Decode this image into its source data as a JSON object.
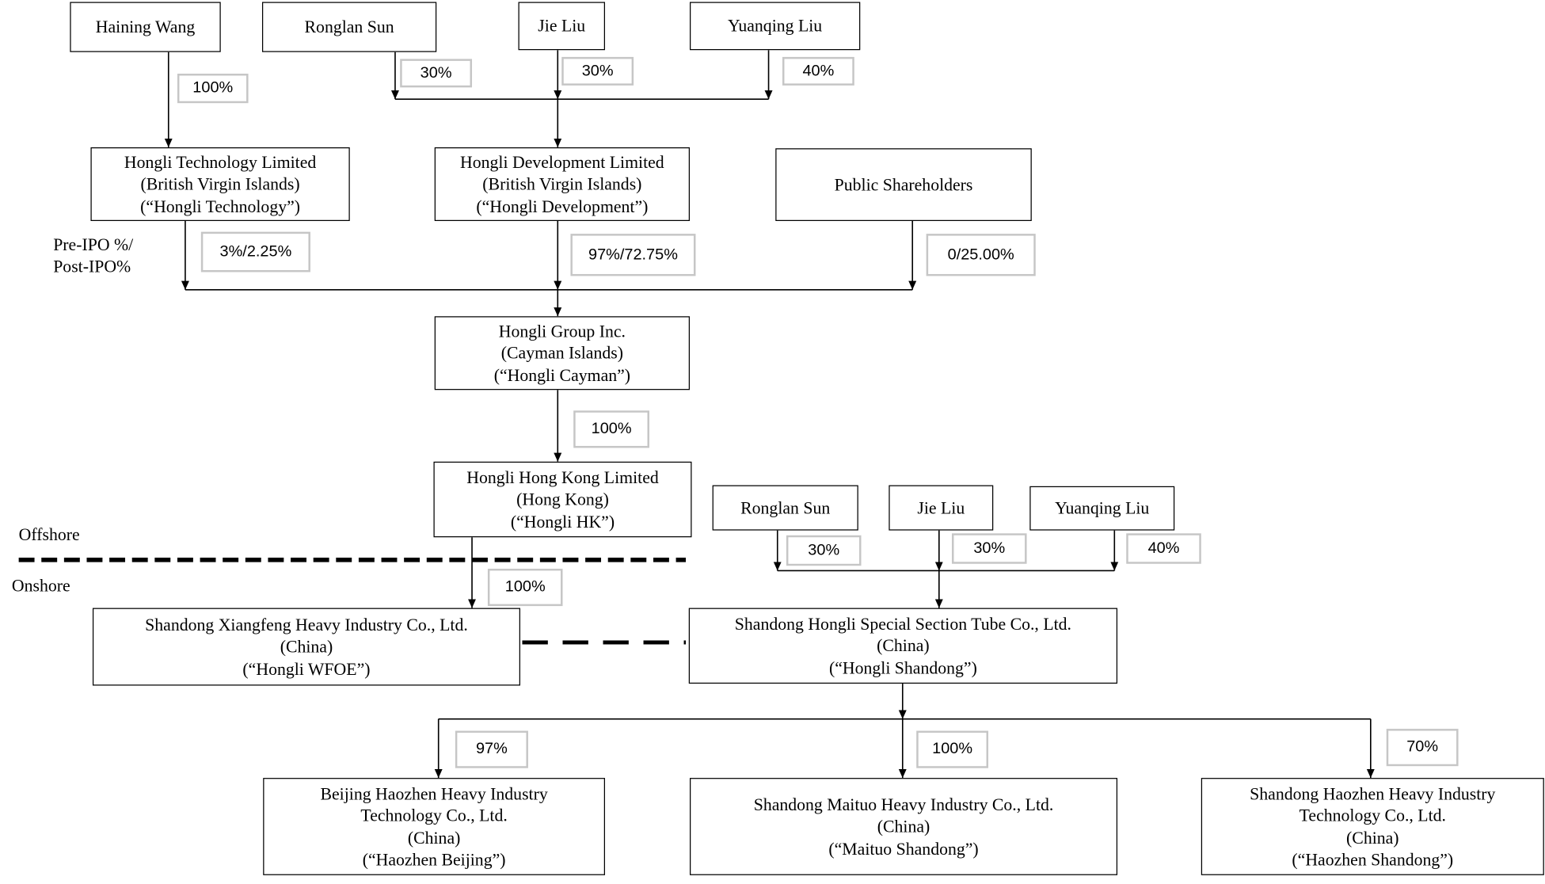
{
  "owners_top": {
    "haining": "Haining Wang",
    "ronglan": "Ronglan Sun",
    "jie": "Jie Liu",
    "yuanqing": "Yuanqing Liu"
  },
  "owners_bottom": {
    "ronglan": "Ronglan Sun",
    "jie": "Jie Liu",
    "yuanqing": "Yuanqing Liu"
  },
  "entities": {
    "hongli_technology": [
      "Hongli Technology Limited",
      "(British Virgin Islands)",
      "(“Hongli Technology”)"
    ],
    "hongli_development": [
      "Hongli Development Limited",
      "(British Virgin Islands)",
      "(“Hongli Development”)"
    ],
    "public_shareholders": [
      "Public Shareholders"
    ],
    "hongli_cayman": [
      "Hongli Group Inc.",
      "(Cayman Islands)",
      "(“Hongli Cayman”)"
    ],
    "hongli_hk": [
      "Hongli Hong Kong Limited",
      "(Hong Kong)",
      "(“Hongli HK”)"
    ],
    "hongli_wfoe": [
      "Shandong Xiangfeng Heavy Industry Co., Ltd.",
      "(China)",
      "(“Hongli WFOE”)"
    ],
    "hongli_shandong": [
      "Shandong Hongli Special Section Tube Co., Ltd.",
      "(China)",
      "(“Hongli Shandong”)"
    ],
    "haozhen_beijing": [
      "Beijing Haozhen Heavy Industry",
      "Technology Co., Ltd.",
      "(China)",
      "(“Haozhen Beijing”)"
    ],
    "maituo_shandong": [
      "Shandong Maituo Heavy Industry Co., Ltd.",
      "(China)",
      "(“Maituo Shandong”)"
    ],
    "haozhen_shandong": [
      "Shandong Haozhen Heavy Industry",
      "Technology Co., Ltd.",
      "(China)",
      "(“Haozhen Shandong”)"
    ]
  },
  "percentages": {
    "haining_to_tech": "100%",
    "ronglan_top": "30%",
    "jie_top": "30%",
    "yuanqing_top": "40%",
    "tech_to_cayman": "3%/2.25%",
    "dev_to_cayman": "97%/72.75%",
    "public_to_cayman": "0/25.00%",
    "cayman_to_hk": "100%",
    "hk_to_wfoe": "100%",
    "ronglan_bottom": "30%",
    "jie_bottom": "30%",
    "yuanqing_bottom": "40%",
    "to_haozhen_beijing": "97%",
    "to_maituo_shandong": "100%",
    "to_haozhen_shandong": "70%"
  },
  "notes": {
    "pre_post_ipo_line1": "Pre-IPO %/",
    "pre_post_ipo_line2": "Post-IPO%",
    "offshore": "Offshore",
    "onshore": "Onshore"
  }
}
